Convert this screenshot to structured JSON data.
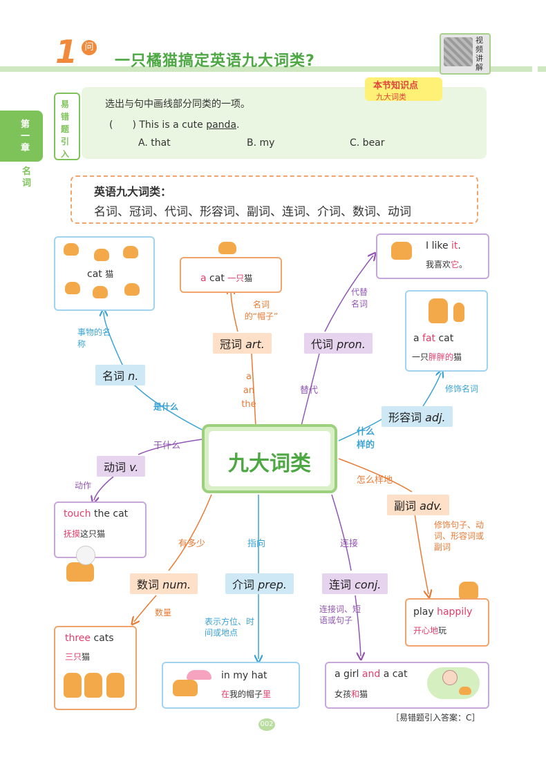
{
  "header": {
    "number": "1",
    "question_mark": "问",
    "title": "一只橘猫搞定英语九大词类?",
    "video_label": "视频讲解"
  },
  "side": {
    "chapter": "第一章",
    "name": "名词"
  },
  "intro": {
    "tab": "易错题引入",
    "question": "选出与句中画线部分同类的一项。",
    "sentence_prefix": "(　　) This is a cute ",
    "sentence_underline": "panda",
    "sentence_suffix": ".",
    "options": [
      "A. that",
      "B. my",
      "C. bear"
    ],
    "knowledge_title": "本节知识点",
    "knowledge_sub": "九大词类"
  },
  "summary": {
    "title": "英语九大词类：",
    "list": "名词、冠词、代词、形容词、副词、连词、介词、数词、动词"
  },
  "center": "九大词类",
  "nodes": {
    "noun": {
      "label_cn": "名词",
      "label_en": "n.",
      "link": "是什么",
      "note": "事物的名称",
      "example": "cat",
      "example_cn": "猫"
    },
    "article": {
      "label_cn": "冠词",
      "label_en": "art.",
      "link": "a an the",
      "note": "名词的“帽子”",
      "ex_red": "a",
      "ex_rest": " cat ",
      "ex_cn_red": "一只",
      "ex_cn_rest": "猫"
    },
    "pronoun": {
      "label_cn": "代词",
      "label_en": "pron.",
      "link": "替代",
      "note": "代替名词",
      "ex_a": "I like ",
      "ex_red": "it",
      "ex_c": ".",
      "cn_a": "我喜欢",
      "cn_red": "它",
      "cn_c": "。"
    },
    "adjective": {
      "label_cn": "形容词",
      "label_en": "adj.",
      "link": "什么样的",
      "note": "修饰名词",
      "ex_a": "a ",
      "ex_red": "fat",
      "ex_c": " cat",
      "cn_a": "一只",
      "cn_red": "胖胖的",
      "cn_c": "猫"
    },
    "verb": {
      "label_cn": "动词",
      "label_en": "v.",
      "link": "干什么",
      "note": "动作",
      "ex_red": "touch",
      "ex_rest": " the cat",
      "cn_red": "抚摸",
      "cn_rest": "这只猫"
    },
    "adverb": {
      "label_cn": "副词",
      "label_en": "adv.",
      "link": "怎么样地",
      "note": "修饰句子、动词、形容词或副词",
      "ex_a": "play ",
      "ex_red": "happily",
      "cn_red": "开心地",
      "cn_rest": "玩"
    },
    "numeral": {
      "label_cn": "数词",
      "label_en": "num.",
      "link": "有多少",
      "note": "数量",
      "ex_red": "three",
      "ex_rest": " cats",
      "cn_red": "三只",
      "cn_rest": "猫"
    },
    "preposition": {
      "label_cn": "介词",
      "label_en": "prep.",
      "link": "指向",
      "note": "表示方位、时间或地点",
      "ex": "in my hat",
      "cn_a": "在",
      "cn_b": "我的帽子",
      "cn_c": "里"
    },
    "conjunction": {
      "label_cn": "连词",
      "label_en": "conj.",
      "link": "连接",
      "note": "连接词、短语或句子",
      "ex_a": "a girl ",
      "ex_red": "and",
      "ex_c": " a cat",
      "cn_a": "女孩",
      "cn_red": "和",
      "cn_c": "猫"
    }
  },
  "page_number": "002",
  "answer": "［易错题引入答案：C］",
  "colors": {
    "green": "#4da843",
    "orange": "#ea7a33",
    "blue": "#3aa3d6",
    "purple": "#9256b2",
    "red": "#e53c6a"
  }
}
